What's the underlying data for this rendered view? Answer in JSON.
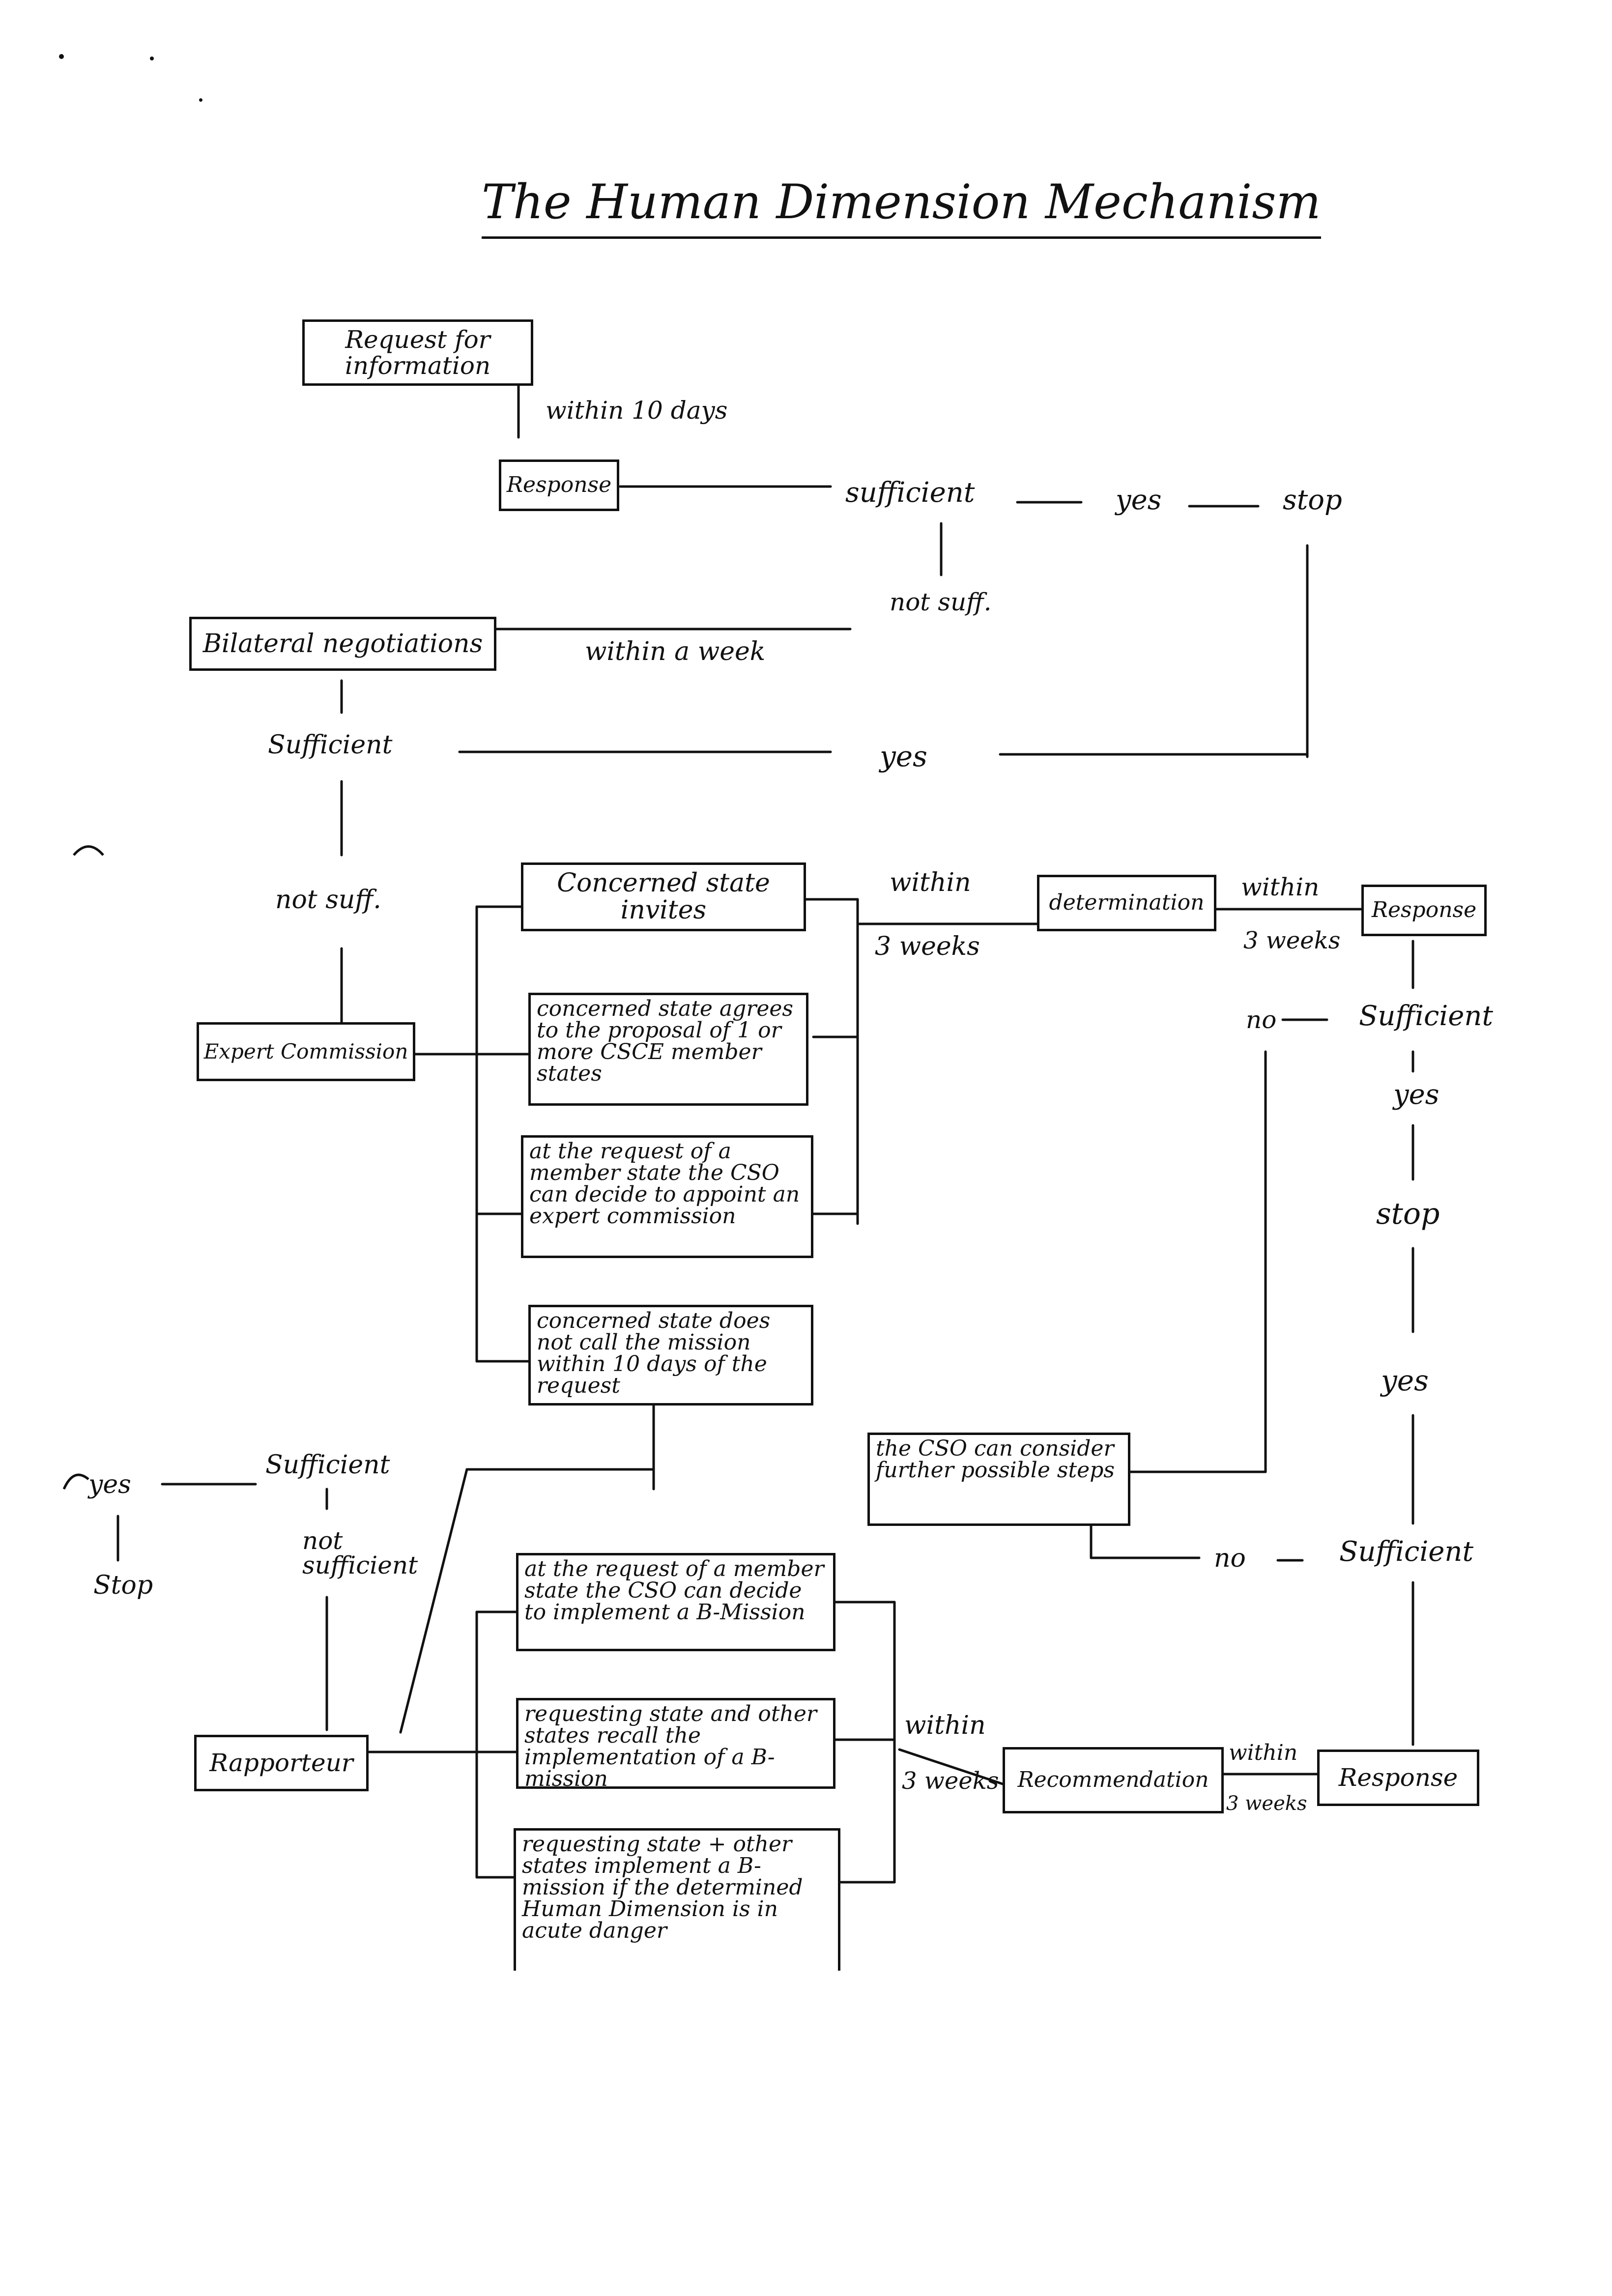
{
  "title": "The Human Dimension Mechanism",
  "nodes": {
    "request_info": "Request for information",
    "response_1": "Response",
    "bilateral": "Bilateral negotiations",
    "expert_commission": "Expert Commission",
    "invites": "Concerned state invites",
    "agrees": "concerned state agrees to the proposal of 1 or more CSCE member states",
    "cso_expert": "at the request of a member state the CSO can decide to appoint an expert commission",
    "does_not_call": "concerned state does not call the mission within 10 days of the request",
    "determination": "determination",
    "response_2": "Response",
    "cso_considers": "the CSO can consider further possible steps",
    "rapporteur": "Rapporteur",
    "cso_b_mission": "at the request of a member state the CSO can decide to implement a B-Mission",
    "requesting_recall": "requesting state and other states recall the implementation of a B-mission",
    "requesting_implement": "requesting state + other states implement a B-mission if the determined Human Dimension is in acute danger",
    "recommendation": "Recommendation",
    "response_3": "Response"
  },
  "labels": {
    "within_10_days": "within 10 days",
    "sufficient_1": "sufficient",
    "yes_1": "yes",
    "stop_1": "stop",
    "not_suff_1": "not suff.",
    "within_a_week": "within a week",
    "sufficient_2": "Sufficient",
    "yes_2": "yes",
    "not_suff_2": "not suff.",
    "within_1": "within",
    "three_weeks_1": "3 weeks",
    "within_2": "within",
    "three_weeks_2": "3 weeks",
    "no_1": "no",
    "sufficient_3": "Sufficient",
    "yes_3": "yes",
    "stop_2": "stop",
    "yes_4": "yes",
    "no_2": "no",
    "sufficient_4": "Sufficient",
    "yes_5": "yes",
    "sufficient_5": "Sufficient",
    "not_sufficient": "not sufficient",
    "stop_3": "Stop",
    "within_3": "within",
    "three_weeks_3": "3 weeks",
    "within_4": "within",
    "three_weeks_4": "3 weeks"
  }
}
